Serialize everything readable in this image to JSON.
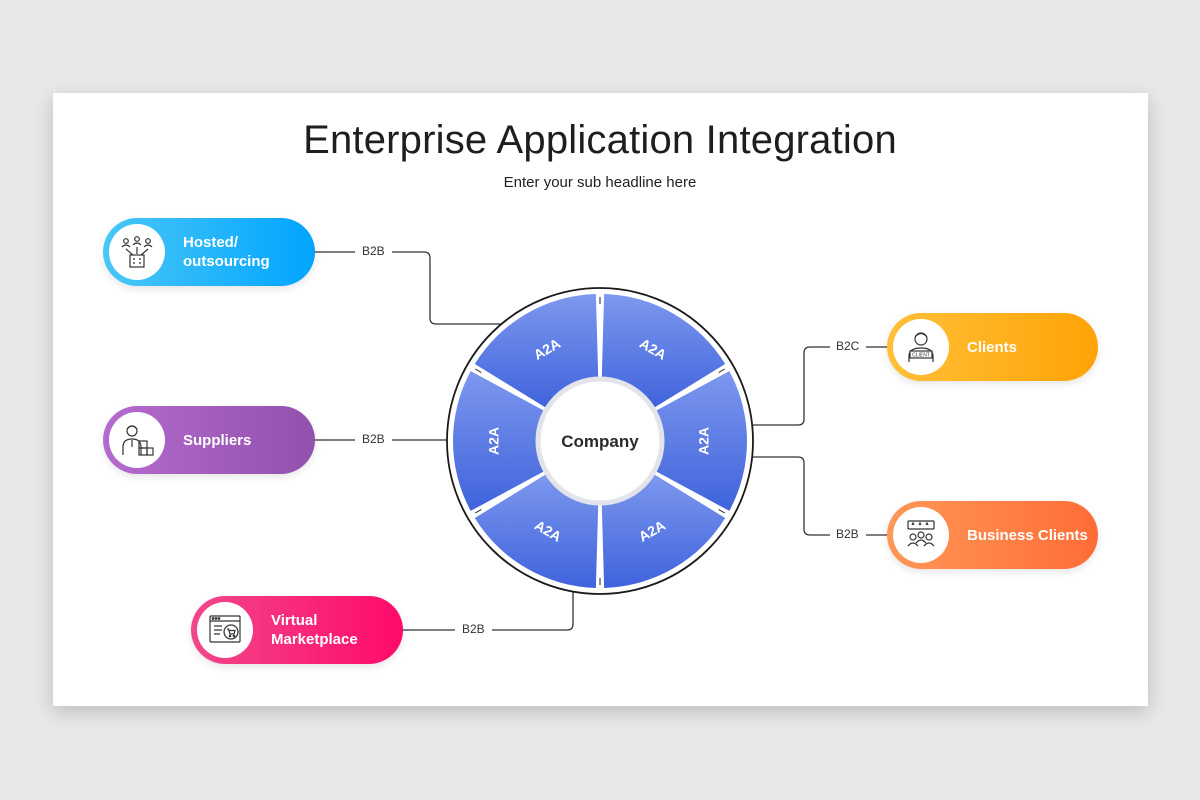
{
  "title": "Enterprise Application Integration",
  "subtitle": "Enter your sub headline here",
  "center": {
    "label": "Company"
  },
  "segments": [
    "A2A",
    "A2A",
    "A2A",
    "A2A",
    "A2A",
    "A2A"
  ],
  "nodes": {
    "hosted": {
      "label": "Hosted/\noutsourcing",
      "link": "B2B",
      "icon": "org-chart-icon",
      "colors": [
        "#4ac7f5",
        "#00a4ff"
      ]
    },
    "suppliers": {
      "label": "Suppliers",
      "link": "B2B",
      "icon": "supplier-icon",
      "colors": [
        "#b56bce",
        "#9251ad"
      ]
    },
    "marketplace": {
      "label": "Virtual\nMarketplace",
      "link": "B2B",
      "icon": "web-shop-icon",
      "colors": [
        "#f2478b",
        "#ff0a6a"
      ]
    },
    "clients": {
      "label": "Clients",
      "link": "B2C",
      "icon": "client-icon",
      "colors": [
        "#ffc038",
        "#ffa306"
      ]
    },
    "business": {
      "label": "Business Clients",
      "link": "B2B",
      "icon": "rating-icon",
      "colors": [
        "#ff9857",
        "#ff6c37"
      ]
    }
  },
  "colors": {
    "ring": "#4d6fe0",
    "ring_light": "#7c98ee"
  }
}
